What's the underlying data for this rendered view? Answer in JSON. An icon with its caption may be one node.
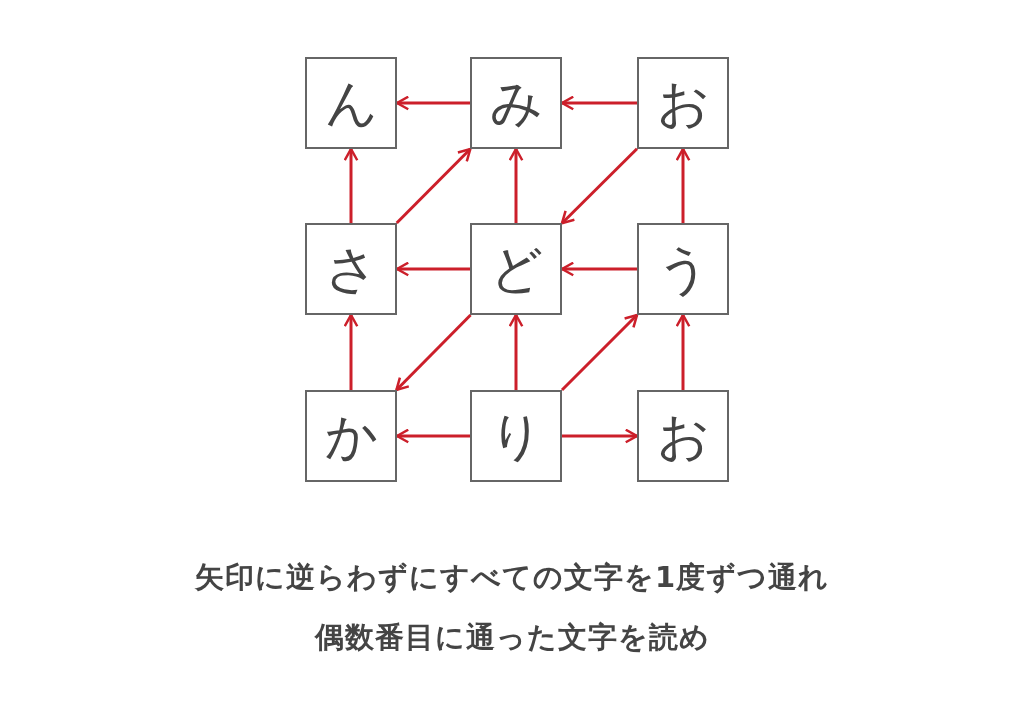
{
  "diagram": {
    "nodes": [
      {
        "text": [
          "ん"
        ]
      },
      {
        "text": [
          "み"
        ]
      },
      {
        "text": [
          "お"
        ]
      },
      {
        "text": [
          "さ"
        ]
      },
      {
        "text": [
          "ど"
        ]
      },
      {
        "text": [
          "う"
        ]
      },
      {
        "text": [
          "か"
        ]
      },
      {
        "text": [
          "り"
        ]
      },
      {
        "text": [
          "お"
        ]
      }
    ],
    "edges": [
      {
        "from": 1,
        "to": 0,
        "arrow": "to"
      },
      {
        "from": 2,
        "to": 1,
        "arrow": "to"
      },
      {
        "from": 3,
        "to": 0,
        "arrow": "to"
      },
      {
        "from": 3,
        "to": 1,
        "arrow": "to"
      },
      {
        "from": 4,
        "to": 1,
        "arrow": "to"
      },
      {
        "from": 2,
        "to": 4,
        "arrow": "to"
      },
      {
        "from": 5,
        "to": 2,
        "arrow": "to"
      },
      {
        "from": 4,
        "to": 3,
        "arrow": "to"
      },
      {
        "from": 5,
        "to": 4,
        "arrow": "to"
      },
      {
        "from": 6,
        "to": 3,
        "arrow": "to"
      },
      {
        "from": 4,
        "to": 6,
        "arrow": "to"
      },
      {
        "from": 7,
        "to": 4,
        "arrow": "to"
      },
      {
        "from": 7,
        "to": 5,
        "arrow": "to"
      },
      {
        "from": 8,
        "to": 5,
        "arrow": "to"
      },
      {
        "from": 7,
        "to": 6,
        "arrow": "to"
      },
      {
        "from": 7,
        "to": 8,
        "arrow": "to"
      }
    ],
    "labels": [
      "矢印に逆らわずにすべての文字を1度ずつ通れ",
      "偶数番目に通った文字を読め"
    ]
  }
}
